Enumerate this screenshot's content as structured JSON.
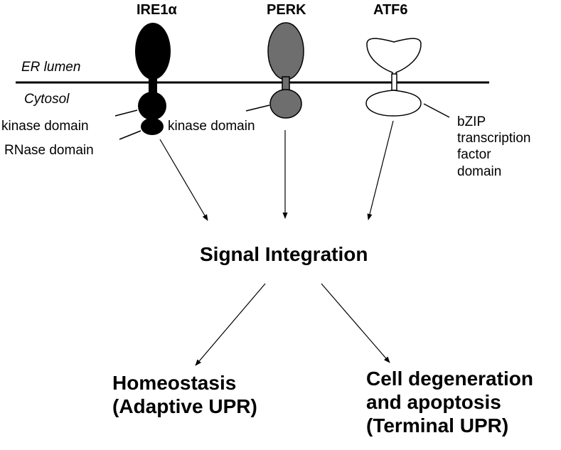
{
  "receptors": {
    "ire1": {
      "name": "IRE1α",
      "fill": "#000000"
    },
    "perk": {
      "name": "PERK",
      "fill": "#6e6e6e"
    },
    "atf6": {
      "name": "ATF6",
      "fill": "#ffffff"
    }
  },
  "regions": {
    "lumen": "ER lumen",
    "cytosol": "Cytosol"
  },
  "domains": {
    "ire1_kinase": "kinase domain",
    "ire1_rnase": "RNase domain",
    "perk_kinase": "kinase domain",
    "atf6_bzip": "bZIP\ntranscription\nfactor\ndomain"
  },
  "hub": "Signal Integration",
  "outcomes": {
    "homeostasis": "Homeostasis\n(Adaptive UPR)",
    "degeneration": "Cell degeneration\nand apoptosis\n(Terminal UPR)"
  }
}
